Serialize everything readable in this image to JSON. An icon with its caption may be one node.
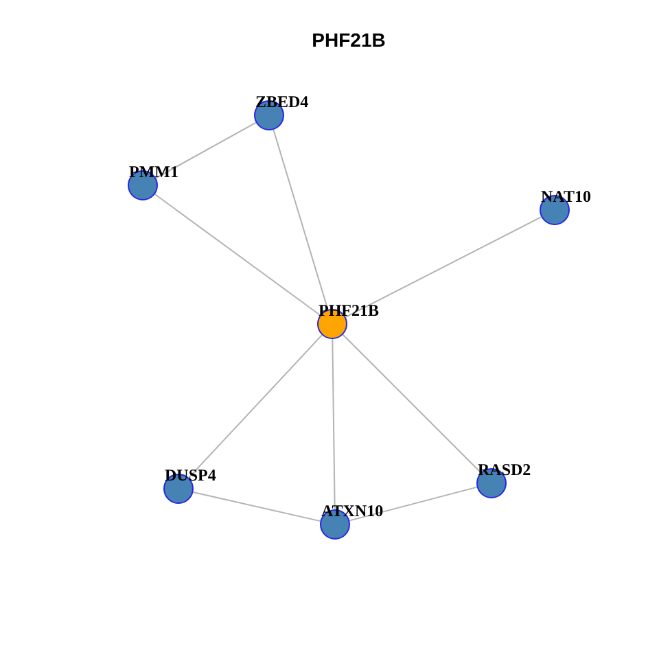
{
  "diagram": {
    "title": "PHF21B",
    "nodes": [
      {
        "text": [
          "ZBED4"
        ]
      },
      {
        "text": [
          "PMM1"
        ]
      },
      {
        "text": [
          "NAT10"
        ]
      },
      {
        "text": [
          "PHF21B"
        ]
      },
      {
        "text": [
          "DUSP4"
        ]
      },
      {
        "text": [
          "RASD2"
        ]
      },
      {
        "text": [
          "ATXN10"
        ]
      }
    ],
    "edges": [
      {
        "from": 0,
        "to": 1,
        "arrow": "none"
      },
      {
        "from": 0,
        "to": 3,
        "arrow": "none"
      },
      {
        "from": 1,
        "to": 3,
        "arrow": "none"
      },
      {
        "from": 2,
        "to": 3,
        "arrow": "none"
      },
      {
        "from": 3,
        "to": 4,
        "arrow": "none"
      },
      {
        "from": 3,
        "to": 6,
        "arrow": "none"
      },
      {
        "from": 3,
        "to": 5,
        "arrow": "none"
      },
      {
        "from": 4,
        "to": 6,
        "arrow": "none"
      },
      {
        "from": 6,
        "to": 5,
        "arrow": "none"
      }
    ]
  }
}
